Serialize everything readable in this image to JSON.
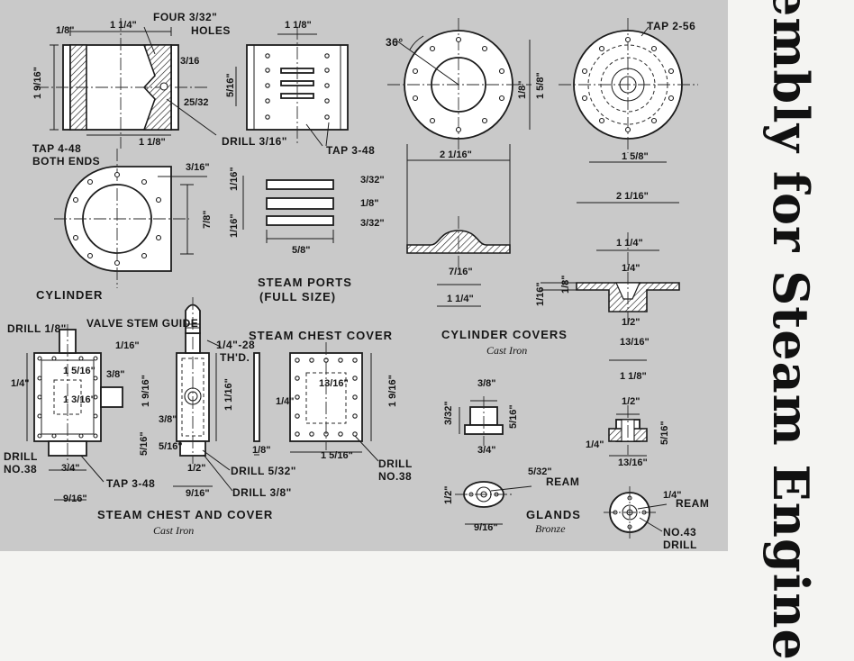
{
  "title": "Assembly for Steam Engine",
  "views": {
    "cylinder": "CYLINDER",
    "steam_ports": "STEAM PORTS",
    "steam_ports_note": "(FULL SIZE)",
    "steam_chest_cover": "STEAM CHEST COVER",
    "steam_chest_and_cover": "STEAM CHEST AND COVER",
    "steam_chest_and_cover_material": "Cast Iron",
    "cylinder_covers": "CYLINDER COVERS",
    "cylinder_covers_material": "Cast Iron",
    "glands": "GLANDS",
    "glands_material": "Bronze"
  },
  "callouts": {
    "four_holes_1": "FOUR 3/32\"",
    "four_holes_2": "HOLES",
    "drill_3_16": "DRILL 3/16\"",
    "tap_3_48_ports": "TAP 3-48",
    "tap_4_48_1": "TAP 4-48",
    "tap_4_48_2": "BOTH ENDS",
    "tap_2_56": "TAP 2-56",
    "angle_36": "36°",
    "drill_1_8": "DRILL 1/8\"",
    "valve_stem_guide": "VALVE STEM GUIDE",
    "thread_1": "1/4\"-28",
    "thread_2": "TH'D.",
    "drill_no38_left_1": "DRILL",
    "drill_no38_left_2": "NO.38",
    "tap_3_48_chest": "TAP 3-48",
    "drill_5_32": "DRILL 5/32\"",
    "drill_3_8": "DRILL 3/8\"",
    "drill_no38_right_1": "DRILL",
    "drill_no38_right_2": "NO.38",
    "ream_1": "REAM",
    "ream_2": "REAM",
    "drill_no43_1": "NO.43",
    "drill_no43_2": "DRILL"
  },
  "dimensions": {
    "cyl_len": "1 1/4\"",
    "cyl_flange": "1/8\"",
    "cyl_height": "1 9/16\"",
    "cyl_3_16a": "3/16",
    "cyl_25_32": "25/32",
    "cyl_1_1_8": "1 1/8\"",
    "cyl_3_16b": "3/16\"",
    "cyl_7_8": "7/8\"",
    "face_1_1_8": "1 1/8\"",
    "face_5_16": "5/16\"",
    "port_1_16a": "1/16\"",
    "port_1_16b": "1/16\"",
    "port_3_32a": "3/32\"",
    "port_1_8": "1/8\"",
    "port_3_32b": "3/32\"",
    "port_5_8": "5/8\"",
    "cov_1_8": "1/8\"",
    "cov_1_5_8": "1 5/8\"",
    "cov_2_1_16": "2 1/16\"",
    "cov_7_16": "7/16\"",
    "cov_1_1_4": "1 1/4\"",
    "cov2_1_5_8": "1 5/8\"",
    "cov2_2_1_16": "2 1/16\"",
    "cov2_1_1_4": "1 1/4\"",
    "cov2_1_4": "1/4\"",
    "cov2_1_16": "1/16\"",
    "cov2_1_8": "1/8\"",
    "cov2_1_2": "1/2\"",
    "cov2_13_16": "13/16\"",
    "cov2_1_1_8": "1 1/8\"",
    "chest_1_4": "1/4\"",
    "chest_1_5_16": "1 5/16\"",
    "chest_1_3_16": "1 3/16\"",
    "chest_3_8a": "3/8\"",
    "chest_1_16": "1/16\"",
    "chest_3_4": "3/4\"",
    "chest_9_16": "9/16\"",
    "chest_5_16": "5/16\"",
    "side_1_9_16": "1 9/16\"",
    "side_1_1_16": "1 1/16\"",
    "side_3_8": "3/8\"",
    "side_5_16": "5/16\"",
    "side_1_2": "1/2\"",
    "side_9_16": "9/16\"",
    "cc_1_8": "1/8\"",
    "cc_1_4": "1/4\"",
    "cc_13_16": "13/16\"",
    "cc_1_9_16": "1 9/16\"",
    "cc_1_5_16": "1 5/16\"",
    "gl_3_8": "3/8\"",
    "gl_3_32": "3/32\"",
    "gl_5_16": "5/16\"",
    "gl_3_4": "3/4\"",
    "gl_5_32": "5/32\"",
    "gl_1_2": "1/2\"",
    "gl_9_16": "9/16\"",
    "gl2_1_2": "1/2\"",
    "gl2_5_16": "5/16\"",
    "gl2_1_4": "1/4\"",
    "gl2_13_16": "13/16\"",
    "gl2_1_4b": "1/4\""
  }
}
